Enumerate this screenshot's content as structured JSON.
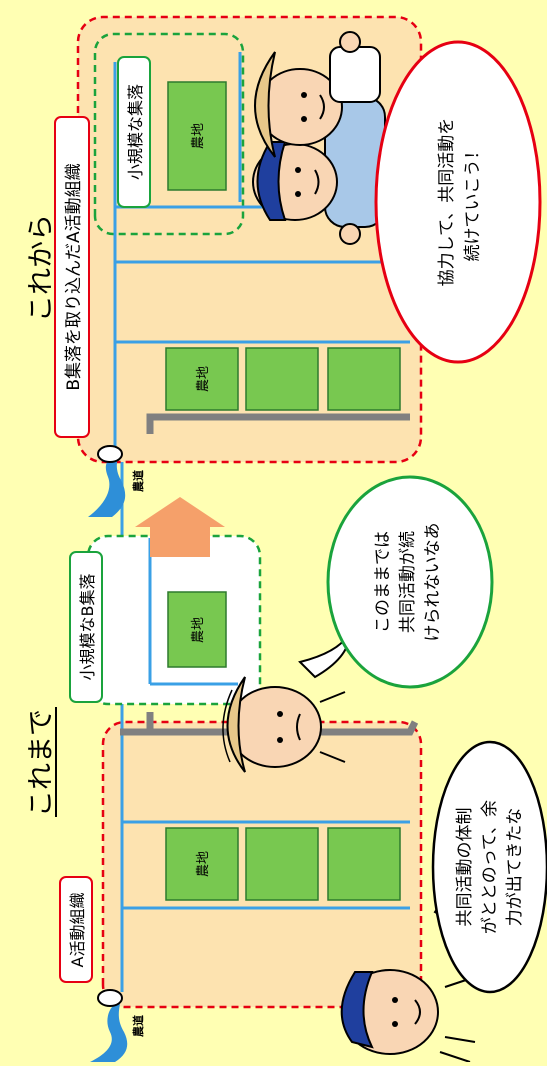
{
  "before": {
    "heading": "これまで",
    "org_label": "A活動組織",
    "village_label": "小規模なB集落",
    "road_label": "農道",
    "farmland_label": "農地",
    "speech_a": [
      "共同活動の体制",
      "がととのって、余",
      "力が出てきたな"
    ],
    "speech_b": [
      "このままでは",
      "共同活動が続",
      "けられないなあ"
    ]
  },
  "after": {
    "heading": "これから",
    "org_label": "B集落を取り込んだA活動組織",
    "village_label": "小規模な集落",
    "road_label": "農道",
    "farmland_label": "農地",
    "speech": [
      "協力して、共同活動を",
      "続けていこう！"
    ]
  },
  "colors": {
    "background": "#ffffb3",
    "area_fill": "#fde3b0",
    "farmland": "#78c850",
    "org_border": "#e60012",
    "village_border": "#1aa33c",
    "canal": "#3aa0e6",
    "road": "#808080",
    "arrow": "#f5a06a"
  },
  "icons": [
    "farmer-a-icon",
    "farmer-b-icon",
    "farmer-pair-icon",
    "river-icon",
    "transition-arrow-icon"
  ]
}
